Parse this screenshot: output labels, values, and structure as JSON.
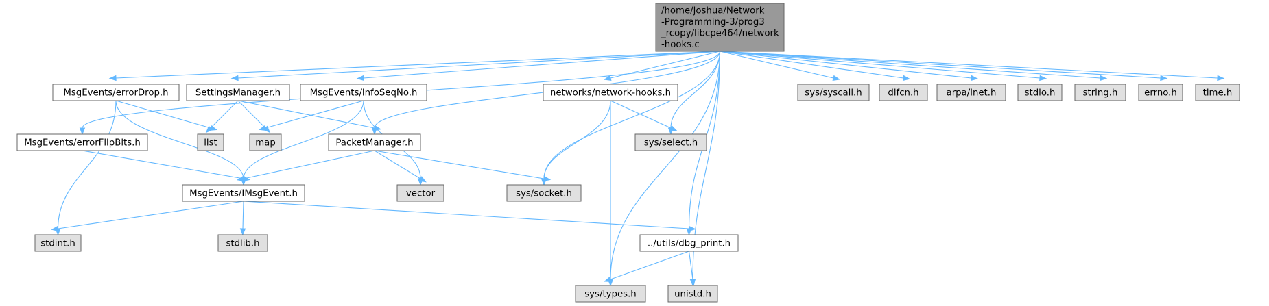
{
  "colors": {
    "root_fill": "#999999",
    "file_fill": "#ffffff",
    "system_fill": "#e0e0e0",
    "border": "#666666",
    "edge": "#63b8ff"
  },
  "nodes": [
    {
      "id": "root",
      "kind": "root",
      "lines": [
        "/home/joshua/Network",
        "-Programming-3/prog3",
        "_rcopy/libcpe464/network",
        "-hooks.c"
      ]
    },
    {
      "id": "errorDrop",
      "kind": "file",
      "lines": [
        "MsgEvents/errorDrop.h"
      ]
    },
    {
      "id": "settings",
      "kind": "file",
      "lines": [
        "SettingsManager.h"
      ]
    },
    {
      "id": "infoSeq",
      "kind": "file",
      "lines": [
        "MsgEvents/infoSeqNo.h"
      ]
    },
    {
      "id": "netHooks",
      "kind": "file",
      "lines": [
        "networks/network-hooks.h"
      ]
    },
    {
      "id": "errorFlip",
      "kind": "file",
      "lines": [
        "MsgEvents/errorFlipBits.h"
      ]
    },
    {
      "id": "packetMgr",
      "kind": "file",
      "lines": [
        "PacketManager.h"
      ]
    },
    {
      "id": "imsg",
      "kind": "file",
      "lines": [
        "MsgEvents/IMsgEvent.h"
      ]
    },
    {
      "id": "dbg",
      "kind": "file",
      "lines": [
        "../utils/dbg_print.h"
      ]
    },
    {
      "id": "syscall",
      "kind": "system",
      "lines": [
        "sys/syscall.h"
      ]
    },
    {
      "id": "dlfcn",
      "kind": "system",
      "lines": [
        "dlfcn.h"
      ]
    },
    {
      "id": "arpa",
      "kind": "system",
      "lines": [
        "arpa/inet.h"
      ]
    },
    {
      "id": "stdio",
      "kind": "system",
      "lines": [
        "stdio.h"
      ]
    },
    {
      "id": "string",
      "kind": "system",
      "lines": [
        "string.h"
      ]
    },
    {
      "id": "errno",
      "kind": "system",
      "lines": [
        "errno.h"
      ]
    },
    {
      "id": "time",
      "kind": "system",
      "lines": [
        "time.h"
      ]
    },
    {
      "id": "list",
      "kind": "system",
      "lines": [
        "list"
      ]
    },
    {
      "id": "map",
      "kind": "system",
      "lines": [
        "map"
      ]
    },
    {
      "id": "select",
      "kind": "system",
      "lines": [
        "sys/select.h"
      ]
    },
    {
      "id": "vector",
      "kind": "system",
      "lines": [
        "vector"
      ]
    },
    {
      "id": "socket",
      "kind": "system",
      "lines": [
        "sys/socket.h"
      ]
    },
    {
      "id": "stdint",
      "kind": "system",
      "lines": [
        "stdint.h"
      ]
    },
    {
      "id": "stdlib",
      "kind": "system",
      "lines": [
        "stdlib.h"
      ]
    },
    {
      "id": "types",
      "kind": "system",
      "lines": [
        "sys/types.h"
      ]
    },
    {
      "id": "unistd",
      "kind": "system",
      "lines": [
        "unistd.h"
      ]
    }
  ],
  "edges": [
    [
      "root",
      "errorDrop"
    ],
    [
      "root",
      "errorFlip"
    ],
    [
      "root",
      "settings"
    ],
    [
      "root",
      "infoSeq"
    ],
    [
      "root",
      "packetMgr"
    ],
    [
      "root",
      "netHooks"
    ],
    [
      "root",
      "socket"
    ],
    [
      "root",
      "types"
    ],
    [
      "root",
      "select"
    ],
    [
      "root",
      "dbg"
    ],
    [
      "root",
      "unistd"
    ],
    [
      "root",
      "syscall"
    ],
    [
      "root",
      "dlfcn"
    ],
    [
      "root",
      "arpa"
    ],
    [
      "root",
      "stdio"
    ],
    [
      "root",
      "string"
    ],
    [
      "root",
      "errno"
    ],
    [
      "root",
      "time"
    ],
    [
      "errorDrop",
      "stdint"
    ],
    [
      "errorDrop",
      "list"
    ],
    [
      "errorDrop",
      "imsg"
    ],
    [
      "errorFlip",
      "imsg"
    ],
    [
      "settings",
      "list"
    ],
    [
      "settings",
      "map"
    ],
    [
      "settings",
      "packetMgr"
    ],
    [
      "infoSeq",
      "map"
    ],
    [
      "infoSeq",
      "imsg"
    ],
    [
      "infoSeq",
      "vector"
    ],
    [
      "packetMgr",
      "imsg"
    ],
    [
      "packetMgr",
      "vector"
    ],
    [
      "packetMgr",
      "socket"
    ],
    [
      "imsg",
      "stdint"
    ],
    [
      "imsg",
      "stdlib"
    ],
    [
      "imsg",
      "dbg"
    ],
    [
      "netHooks",
      "socket"
    ],
    [
      "netHooks",
      "select"
    ],
    [
      "netHooks",
      "types"
    ],
    [
      "dbg",
      "types"
    ],
    [
      "dbg",
      "unistd"
    ]
  ]
}
